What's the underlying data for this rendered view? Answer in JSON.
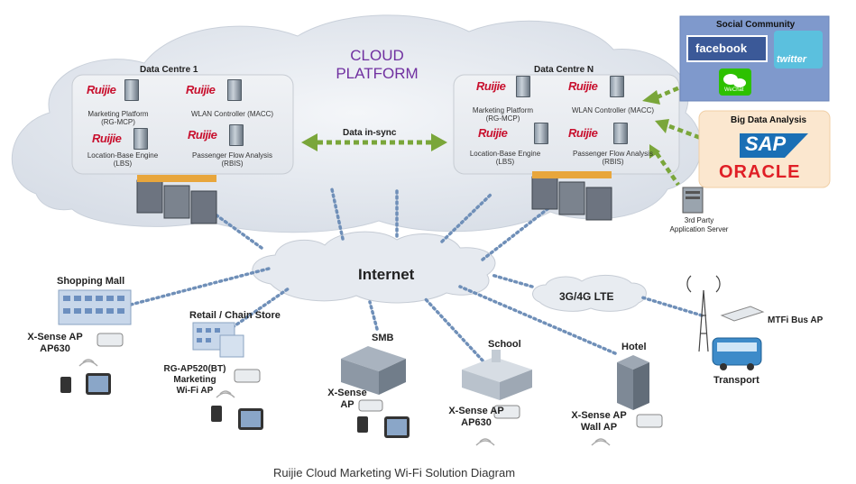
{
  "cloud_platform": {
    "title_line1": "CLOUD",
    "title_line2": "PLATFORM"
  },
  "data_centre_1": {
    "title": "Data Centre 1",
    "brand": "Ruijie",
    "components": [
      {
        "name_line1": "Marketing Platform",
        "name_line2": "(RG-MCP)"
      },
      {
        "name_line1": "WLAN Controller (MACC)",
        "name_line2": ""
      },
      {
        "name_line1": "Location-Base Engine",
        "name_line2": "(LBS)"
      },
      {
        "name_line1": "Passenger Flow Analysis",
        "name_line2": "(RBIS)"
      }
    ]
  },
  "data_centre_n": {
    "title": "Data Centre N",
    "brand": "Ruijie",
    "components": [
      {
        "name_line1": "Marketing Platform",
        "name_line2": "(RG-MCP)"
      },
      {
        "name_line1": "WLAN Controller (MACC)",
        "name_line2": ""
      },
      {
        "name_line1": "Location-Base Engine",
        "name_line2": "(LBS)"
      },
      {
        "name_line1": "Passenger Flow Analysis",
        "name_line2": "(RBIS)"
      }
    ]
  },
  "data_sync_label": "Data in-sync",
  "social_community": {
    "title": "Social Community",
    "facebook": "facebook",
    "twitter": "twitter",
    "wechat": "WeChat"
  },
  "big_data": {
    "title": "Big Data Analysis",
    "sap": "SAP",
    "oracle": "ORACLE"
  },
  "third_party": {
    "line1": "3rd Party",
    "line2": "Application Server"
  },
  "internet_label": "Internet",
  "lte_label": "3G/4G LTE",
  "sites": {
    "shopping_mall": {
      "title": "Shopping Mall",
      "ap_line1": "X-Sense AP",
      "ap_line2": "AP630"
    },
    "retail": {
      "title": "Retail / Chain Store",
      "ap_line1": "RG-AP520(BT)",
      "ap_line2": "Marketing",
      "ap_line3": "Wi-Fi AP"
    },
    "smb": {
      "title": "SMB",
      "ap_line1": "X-Sense",
      "ap_line2": "AP"
    },
    "school": {
      "title": "School",
      "ap_line1": "X-Sense AP",
      "ap_line2": "AP630"
    },
    "hotel": {
      "title": "Hotel",
      "ap_line1": "X-Sense AP",
      "ap_line2": "Wall AP"
    },
    "transport": {
      "title": "Transport",
      "ap_label": "MTFi Bus AP"
    }
  },
  "caption": "Ruijie Cloud Marketing Wi-Fi Solution Diagram",
  "colors": {
    "cloud": "#e3e8ef",
    "dots": "#6f8fb8",
    "green_arrow": "#7aa63a",
    "social_bg": "#7f99cc",
    "bigdata_bg": "#fbe7cf",
    "title_purple": "#7030a0"
  }
}
